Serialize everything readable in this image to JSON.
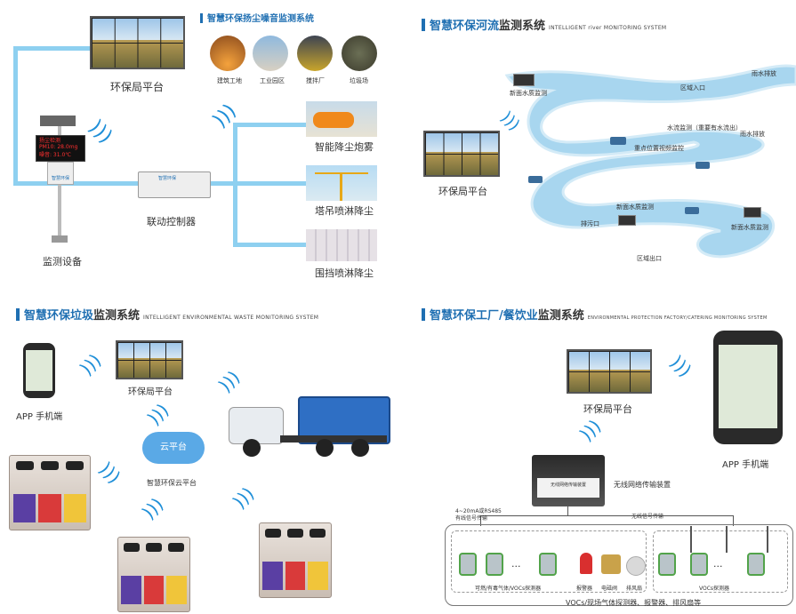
{
  "panel_top_left": {
    "title_cn": "智慧环保扬尘噪音监测系统",
    "platform": "环保局平台",
    "sites": [
      "建筑工地",
      "工业园区",
      "搅拌厂",
      "垃圾场"
    ],
    "device_screen_line1": "扬尘检测",
    "device_screen_line2": "PM10: 28.0mg",
    "device_screen_line3": "噪音: 31.0℃",
    "device_logo": "智慧环保",
    "monitor_device": "监测设备",
    "controller": "联动控制器",
    "controller_badge": "智慧环保",
    "outputs": [
      "智能降尘炮雾",
      "塔吊喷淋降尘",
      "围挡喷淋降尘"
    ]
  },
  "panel_top_right": {
    "title_brand": "智慧环保河流",
    "title_strong": "监测系统",
    "title_en": "INTELLIGENT river MONITORING SYSTEM",
    "platform": "环保局平台",
    "labels": {
      "new_water_1": "新面水质监测",
      "area_entry": "区域入口",
      "rain_outlet": "雨水排放",
      "water_flow": "水流监测（重要有水流出）",
      "rain_discharge": "雨水排放",
      "key_position": "重点位置视频监控",
      "new_water_2": "新面水质监测",
      "sewage_outlet": "排污口",
      "new_water_3": "新面水质监测",
      "area_exit": "区域出口"
    }
  },
  "panel_bottom_left": {
    "title_brand": "智慧环保垃圾",
    "title_strong": "监测系统",
    "title_en": "INTELLIGENT ENVIRONMENTAL WASTE MONITORING SYSTEM",
    "app": "APP 手机端",
    "platform": "环保局平台",
    "cloud_label": "云平台",
    "cloud_caption": "智慧环保云平台"
  },
  "panel_bottom_right": {
    "title_brand": "智慧环保工厂/餐饮业",
    "title_strong": "监测系统",
    "title_en": "ENVIRONMENTAL PROTECTION FACTORY/CATERING MONITORING SYSTEM",
    "platform": "环保局平台",
    "app": "APP 手机端",
    "transmitter_text": "无线网络传输装置",
    "transmitter_label": "无线网络传输装置",
    "wired_label_1": "4~20mA或RS485",
    "wired_label_2": "有线信号传输",
    "wireless_label": "无线信号传输",
    "group_left_caption": "可燃/有毒气体/VOCs探测器",
    "alarm": "报警器",
    "valve": "电磁阀",
    "fan": "排风扇",
    "group_right_caption": "VOCs探测器",
    "bottom_caption": "VOCs/现场气体探测器、报警器、排风扇等",
    "ellipsis": "..."
  }
}
